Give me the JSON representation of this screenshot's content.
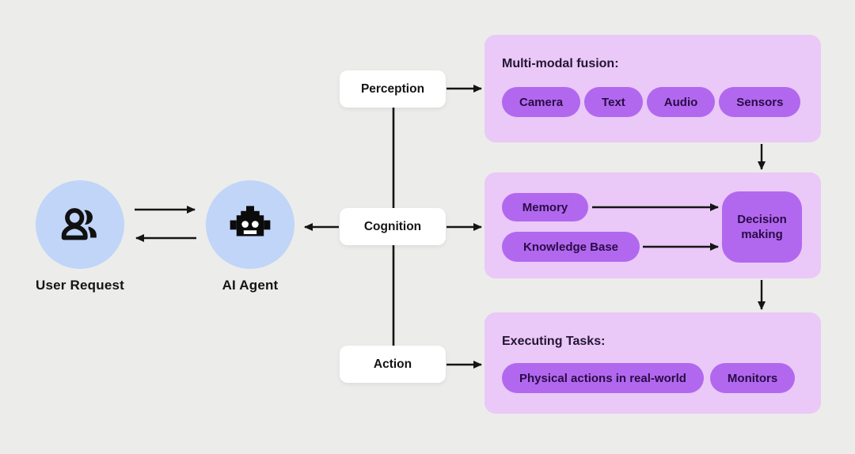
{
  "diagram": {
    "user": {
      "label": "User Request"
    },
    "agent": {
      "label": "AI Agent"
    },
    "modules": {
      "perception": "Perception",
      "cognition": "Cognition",
      "action": "Action"
    },
    "panels": {
      "perception": {
        "title": "Multi-modal fusion:",
        "pills": [
          "Camera",
          "Text",
          "Audio",
          "Sensors"
        ]
      },
      "cognition": {
        "pills": [
          "Memory",
          "Knowledge Base"
        ],
        "decision": "Decision making"
      },
      "action": {
        "title": "Executing Tasks:",
        "pills": [
          "Physical actions in real-world",
          "Monitors"
        ]
      }
    },
    "icons": {
      "user": "group-icon",
      "agent": "robot-icon"
    },
    "colors": {
      "page_background": "#ECECEA",
      "actor_circle": "#C0D5F8",
      "panel_background": "#EAC8F8",
      "pill_background": "#B168EE",
      "pill_text": "#2B0B46",
      "module_box": "#FFFFFF",
      "text": "#141414",
      "arrow": "#151515"
    }
  }
}
